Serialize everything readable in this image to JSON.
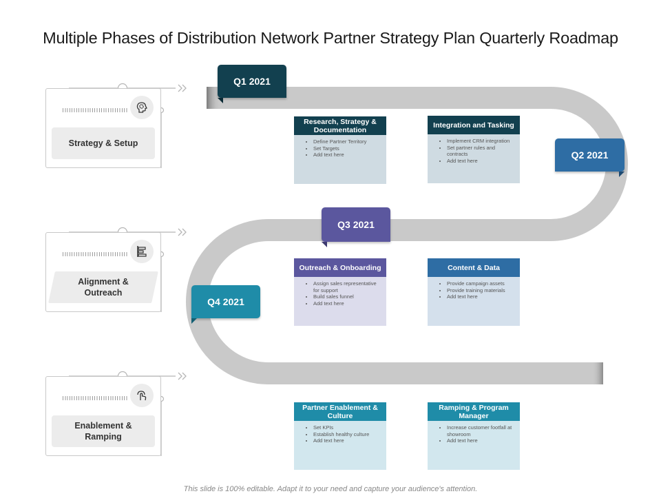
{
  "title": "Multiple Phases of Distribution Network Partner Strategy Plan Quarterly Roadmap",
  "quarters": [
    {
      "label": "Q1 2021",
      "color": "#12404f"
    },
    {
      "label": "Q2 2021",
      "color": "#2e6da4"
    },
    {
      "label": "Q3 2021",
      "color": "#5b579e"
    },
    {
      "label": "Q4 2021",
      "color": "#1f8ca8"
    }
  ],
  "phases": [
    {
      "label_line1": "Strategy & Setup",
      "label_line2": "",
      "icon": "gear-head-icon"
    },
    {
      "label_line1": "Alignment &",
      "label_line2": "Outreach",
      "icon": "align-bars-icon"
    },
    {
      "label_line1": "Enablement &",
      "label_line2": "Ramping",
      "icon": "hand-touch-icon"
    }
  ],
  "cards": [
    {
      "title": "Research, Strategy & Documentation",
      "header_color": "#12404f",
      "body_color": "#cfdbe2",
      "items": [
        "Define Partner Territory",
        "Set Targets",
        "Add text here"
      ]
    },
    {
      "title": "Integration and Tasking",
      "header_color": "#12404f",
      "body_color": "#cfdbe2",
      "items": [
        "Implement CRM integration",
        "Set partner rules and contracts",
        "Add text here"
      ]
    },
    {
      "title": "Outreach & Onboarding",
      "header_color": "#5b579e",
      "body_color": "#dcdcec",
      "items": [
        "Assign sales representative for support",
        "Build sales funnel",
        "Add text here"
      ]
    },
    {
      "title": "Content & Data",
      "header_color": "#2e6da4",
      "body_color": "#d4e0ec",
      "items": [
        "Provide campaign assets",
        "Provide training materials",
        "Add text here"
      ]
    },
    {
      "title": "Partner Enablement & Culture",
      "header_color": "#1f8ca8",
      "body_color": "#d2e7ee",
      "items": [
        "Set KPIs",
        "Establish healthy culture",
        "Add text here"
      ]
    },
    {
      "title": "Ramping & Program Manager",
      "header_color": "#1f8ca8",
      "body_color": "#d2e7ee",
      "items": [
        "Increase customer footfall at showroom",
        "Add text here"
      ]
    }
  ],
  "footer": "This slide is 100% editable. Adapt it to your need and capture your audience's attention."
}
